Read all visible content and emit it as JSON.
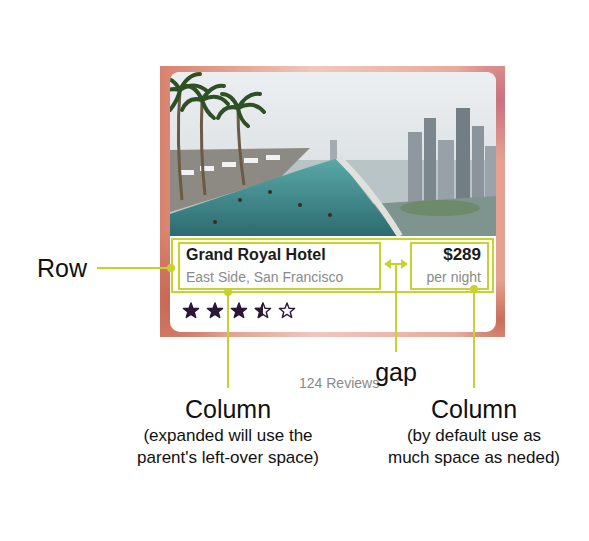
{
  "diagram": {
    "nodes": [
      {
        "text": [
          "124 Reviews"
        ]
      },
      {
        "text": [],
        "in": 0
      },
      {
        "text": [
          "Grand Royal Hotel",
          "East Side, San Francisco"
        ],
        "in": 1
      },
      {
        "text": [
          "$289",
          "per night"
        ],
        "in": 1
      }
    ],
    "labels": [
      "Row",
      "gap",
      "Column",
      "(expanded will use the parent's left-over space)",
      "Column",
      "(by default use as much space as neded)"
    ]
  }
}
